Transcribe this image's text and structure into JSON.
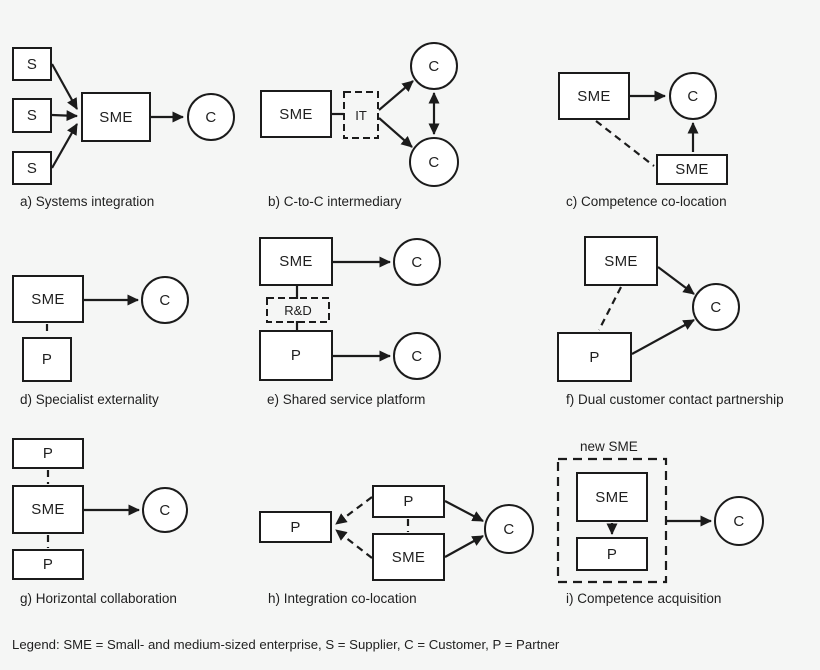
{
  "palette": {
    "background": "#f5f6f5",
    "ink": "#1b1b1b",
    "node_fill": "#ffffff"
  },
  "panels": [
    {
      "id": "a",
      "caption": "a) Systems integration",
      "nodes": [
        {
          "label": "S"
        },
        {
          "label": "S"
        },
        {
          "label": "S"
        },
        {
          "label": "SME"
        },
        {
          "label": "C"
        }
      ]
    },
    {
      "id": "b",
      "caption": "b) C-to-C intermediary",
      "nodes": [
        {
          "label": "SME"
        },
        {
          "label": "IT"
        },
        {
          "label": "C"
        },
        {
          "label": "C"
        }
      ]
    },
    {
      "id": "c",
      "caption": "c) Competence co-location",
      "nodes": [
        {
          "label": "SME"
        },
        {
          "label": "C"
        },
        {
          "label": "SME"
        }
      ]
    },
    {
      "id": "d",
      "caption": "d) Specialist externality",
      "nodes": [
        {
          "label": "SME"
        },
        {
          "label": "C"
        },
        {
          "label": "P"
        }
      ]
    },
    {
      "id": "e",
      "caption": "e) Shared service platform",
      "nodes": [
        {
          "label": "SME"
        },
        {
          "label": "C"
        },
        {
          "label": "R&D"
        },
        {
          "label": "P"
        },
        {
          "label": "C"
        }
      ]
    },
    {
      "id": "f",
      "caption": "f) Dual customer contact partnership",
      "nodes": [
        {
          "label": "SME"
        },
        {
          "label": "C"
        },
        {
          "label": "P"
        }
      ]
    },
    {
      "id": "g",
      "caption": "g) Horizontal collaboration",
      "nodes": [
        {
          "label": "P"
        },
        {
          "label": "SME"
        },
        {
          "label": "P"
        },
        {
          "label": "C"
        }
      ]
    },
    {
      "id": "h",
      "caption": "h) Integration co-location",
      "nodes": [
        {
          "label": "P"
        },
        {
          "label": "P"
        },
        {
          "label": "SME"
        },
        {
          "label": "C"
        }
      ]
    },
    {
      "id": "i",
      "caption": "i) Competence acquisition",
      "group_label": "new SME",
      "nodes": [
        {
          "label": "SME"
        },
        {
          "label": "P"
        },
        {
          "label": "C"
        }
      ]
    }
  ],
  "legend": "Legend: SME = Small- and medium-sized enterprise, S = Supplier, C = Customer, P = Partner"
}
